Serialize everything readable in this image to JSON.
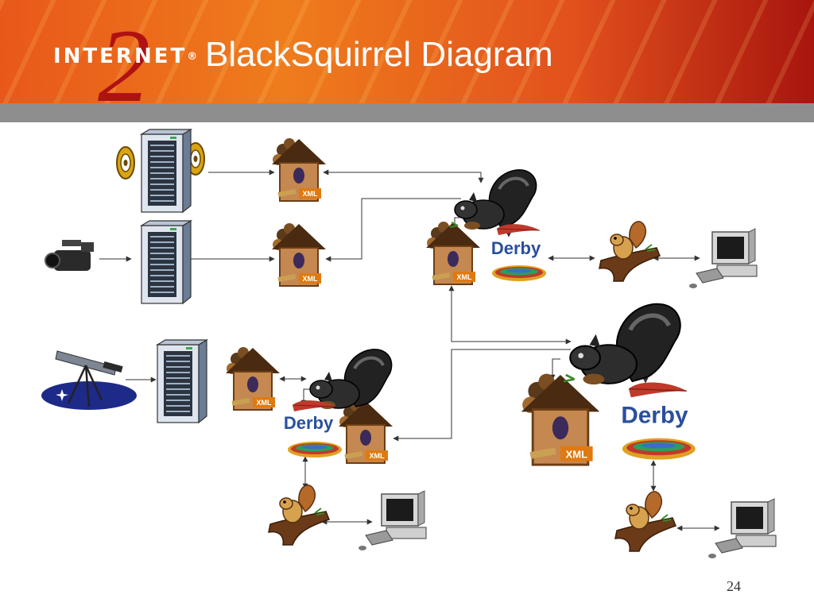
{
  "header": {
    "title": "BlackSquirrel Diagram",
    "logo_text": "INTERNET",
    "logo_numeral": "2",
    "logo_mark": "®"
  },
  "labels": {
    "xml": "XML",
    "derby": "Derby"
  },
  "footer": {
    "page_number": "24"
  },
  "icons": {
    "server": "server-tower-icon",
    "tape": "tape-reel-icon",
    "camera": "video-camera-icon",
    "telescope": "telescope-icon",
    "birdhouse": "birdhouse-icon",
    "black_squirrel": "black-squirrel-icon",
    "brown_squirrel": "brown-squirrel-icon",
    "derby": "derby-database-icon",
    "workstation": "computer-workstation-icon"
  },
  "colors": {
    "header_orange": "#e8581a",
    "header_red": "#a8150e",
    "logo_red": "#b01212",
    "derby_blue": "#2a4f9c",
    "xml_orange": "#e07a10",
    "connector": "#333333"
  }
}
